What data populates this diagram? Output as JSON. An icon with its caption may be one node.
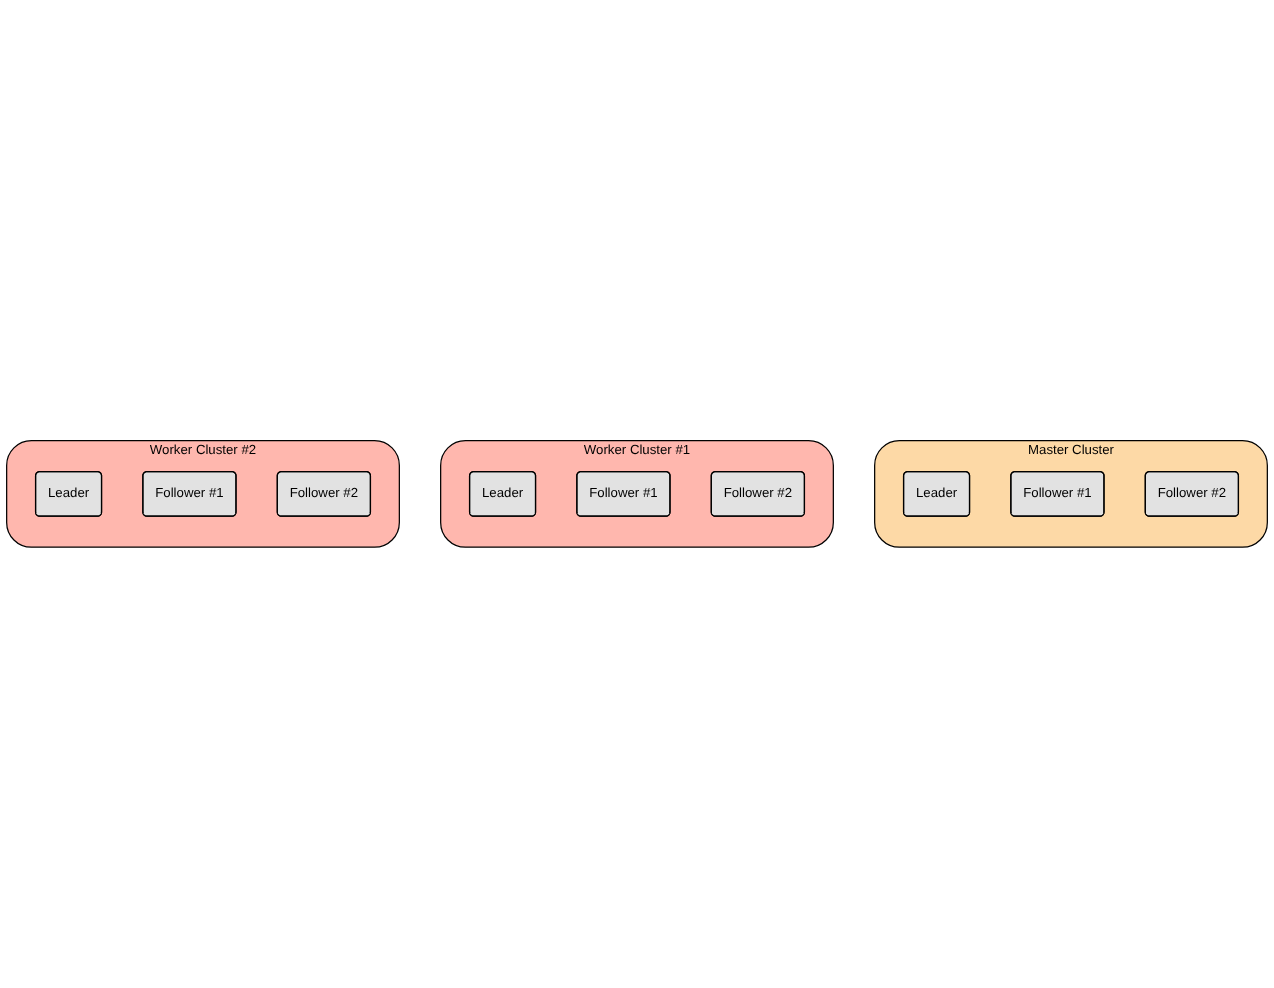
{
  "diagram": {
    "nodes": [
      {
        "text": [
          "Master Cluster"
        ]
      },
      {
        "text": [
          "Leader"
        ],
        "in": 0
      },
      {
        "text": [
          "Follower #1"
        ],
        "in": 0
      },
      {
        "text": [
          "Follower #2"
        ],
        "in": 0
      },
      {
        "text": [
          "Worker Cluster #1"
        ]
      },
      {
        "text": [
          "Leader"
        ],
        "in": 4
      },
      {
        "text": [
          "Follower #1"
        ],
        "in": 4
      },
      {
        "text": [
          "Follower #2"
        ],
        "in": 4
      },
      {
        "text": [
          "Worker Cluster #2"
        ]
      },
      {
        "text": [
          "Leader"
        ],
        "in": 8
      },
      {
        "text": [
          "Follower #1"
        ],
        "in": 8
      },
      {
        "text": [
          "Follower #2"
        ],
        "in": 8
      }
    ]
  }
}
